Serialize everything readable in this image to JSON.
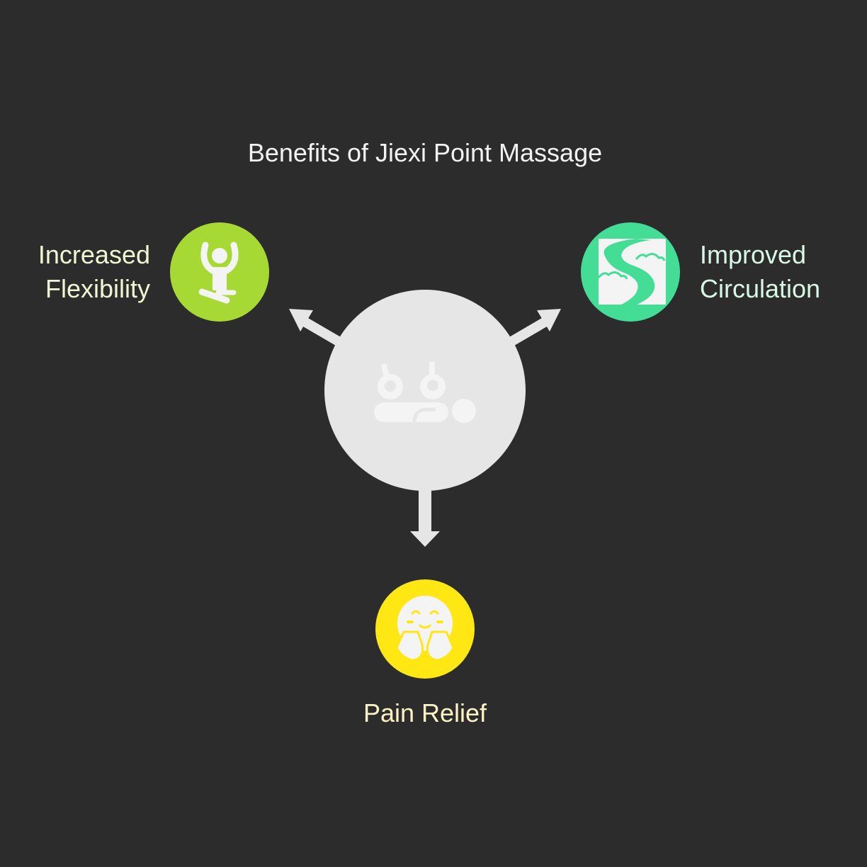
{
  "title": "Benefits of Jiexi Point Massage",
  "center": {
    "icon": "massage-icon",
    "color": "#e6e6e6"
  },
  "benefits": [
    {
      "label_line1": "Increased",
      "label_line2": "Flexibility",
      "icon": "yoga-icon",
      "color": "#a6d934"
    },
    {
      "label_line1": "Improved",
      "label_line2": "Circulation",
      "icon": "river-icon",
      "color": "#44dd96"
    },
    {
      "label": "Pain Relief",
      "icon": "happy-face-icon",
      "color": "#ffe714"
    }
  ]
}
